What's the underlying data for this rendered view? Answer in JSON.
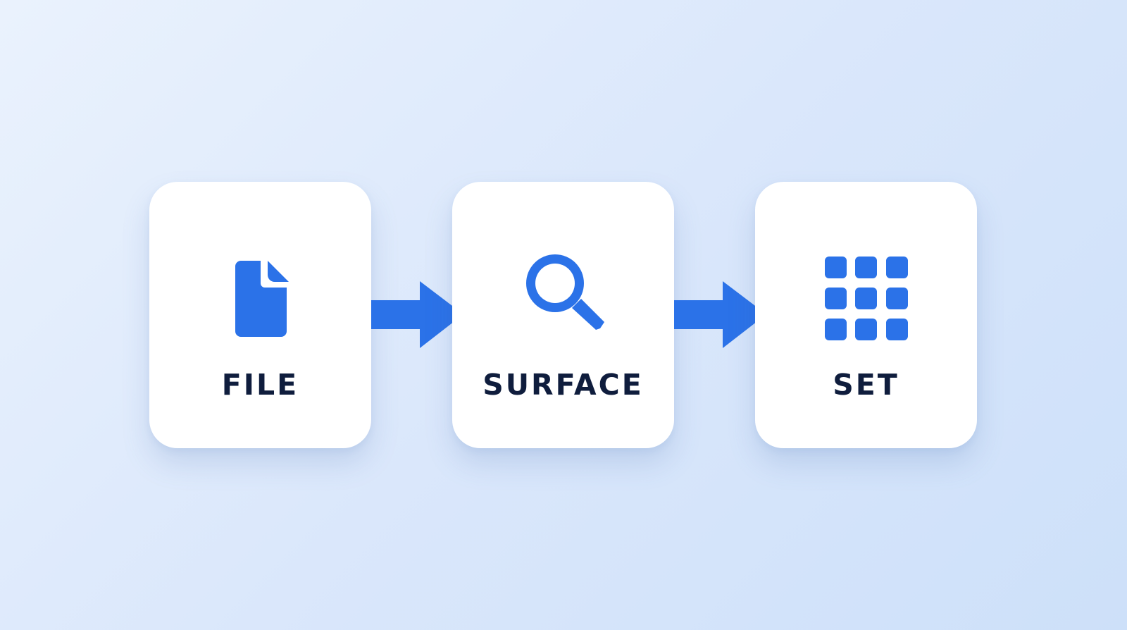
{
  "accent_color": "#2b72e8",
  "label_color": "#0f1d3d",
  "steps": [
    {
      "label": "FILE",
      "icon": "document-icon"
    },
    {
      "label": "SURFACE",
      "icon": "magnifier-icon"
    },
    {
      "label": "SET",
      "icon": "grid-icon"
    }
  ],
  "connectors": [
    {
      "icon": "arrow-right-icon"
    },
    {
      "icon": "arrow-right-icon"
    }
  ]
}
